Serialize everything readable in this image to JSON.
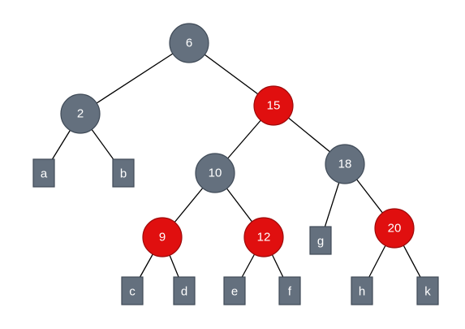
{
  "colors": {
    "black_node": "#64707e",
    "red_node": "#e00f0f",
    "leaf": "#64707e",
    "edge": "#000000",
    "label": "#ffffff"
  },
  "tree": {
    "nodes": [
      {
        "id": "n6",
        "label": "6",
        "color": "black"
      },
      {
        "id": "n2",
        "label": "2",
        "color": "black"
      },
      {
        "id": "n15",
        "label": "15",
        "color": "red"
      },
      {
        "id": "n10",
        "label": "10",
        "color": "black"
      },
      {
        "id": "n18",
        "label": "18",
        "color": "black"
      },
      {
        "id": "n9",
        "label": "9",
        "color": "red"
      },
      {
        "id": "n12",
        "label": "12",
        "color": "red"
      },
      {
        "id": "n20",
        "label": "20",
        "color": "red"
      }
    ],
    "leaves": [
      {
        "id": "la",
        "label": "a"
      },
      {
        "id": "lb",
        "label": "b"
      },
      {
        "id": "lc",
        "label": "c"
      },
      {
        "id": "ld",
        "label": "d"
      },
      {
        "id": "le",
        "label": "e"
      },
      {
        "id": "lf",
        "label": "f"
      },
      {
        "id": "lg",
        "label": "g"
      },
      {
        "id": "lh",
        "label": "h"
      },
      {
        "id": "lk",
        "label": "k"
      }
    ],
    "edges": [
      [
        "n6",
        "n2"
      ],
      [
        "n6",
        "n15"
      ],
      [
        "n2",
        "la"
      ],
      [
        "n2",
        "lb"
      ],
      [
        "n15",
        "n10"
      ],
      [
        "n15",
        "n18"
      ],
      [
        "n10",
        "n9"
      ],
      [
        "n10",
        "n12"
      ],
      [
        "n18",
        "lg"
      ],
      [
        "n18",
        "n20"
      ],
      [
        "n9",
        "lc"
      ],
      [
        "n9",
        "ld"
      ],
      [
        "n12",
        "le"
      ],
      [
        "n12",
        "lf"
      ],
      [
        "n20",
        "lh"
      ],
      [
        "n20",
        "lk"
      ]
    ]
  }
}
